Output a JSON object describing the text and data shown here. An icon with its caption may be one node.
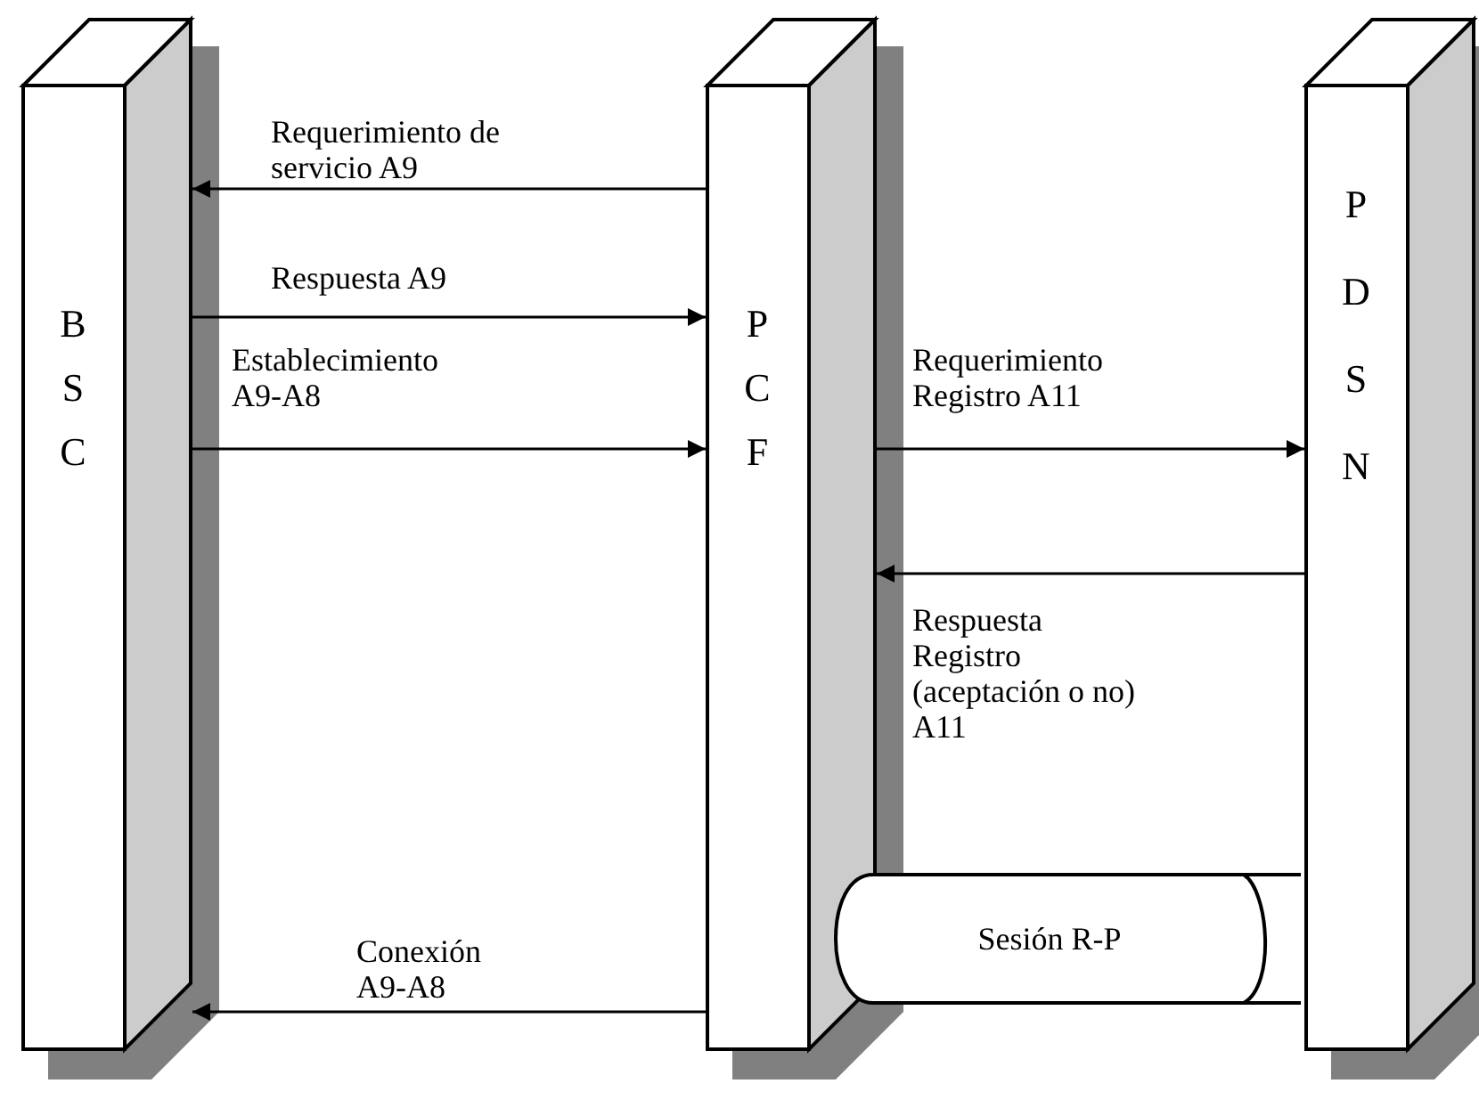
{
  "diagram": {
    "nodes": [
      {
        "text": [
          "BSC"
        ]
      },
      {
        "text": [
          "PCF"
        ]
      },
      {
        "text": [
          "PDSN"
        ]
      },
      {
        "text": [
          "Sesión R-P"
        ]
      }
    ],
    "edges": [
      {
        "from": 1,
        "to": 0,
        "arrow": "to",
        "label": "Requerimiento de servicio A9"
      },
      {
        "from": 0,
        "to": 1,
        "arrow": "to",
        "label": "Respuesta A9"
      },
      {
        "from": 0,
        "to": 1,
        "arrow": "to",
        "label": "Establecimiento A9-A8"
      },
      {
        "from": 1,
        "to": 2,
        "arrow": "to",
        "label": "Requerimiento Registro A11"
      },
      {
        "from": 2,
        "to": 1,
        "arrow": "to",
        "label": "Respuesta Registro (aceptación o no) A11"
      },
      {
        "from": 1,
        "to": 0,
        "arrow": "to",
        "label": "Conexión A9-A8"
      }
    ]
  }
}
